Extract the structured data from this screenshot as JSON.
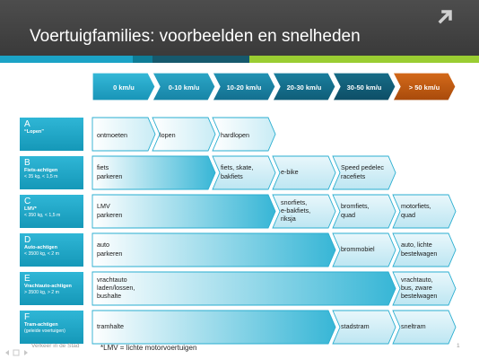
{
  "title": "Voertuigfamilies: voorbeelden en snelheden",
  "speeds": [
    "0 km/u",
    "0-10 km/u",
    "10-20 km/u",
    "20-30 km/u",
    "30-50 km/u",
    "> 50 km/u"
  ],
  "categories": [
    {
      "letter": "A",
      "name": "“Lopen”",
      "sub": []
    },
    {
      "letter": "B",
      "name": "Fiets-achtigen",
      "sub": [
        "< 35 kg, < 1,5 m"
      ]
    },
    {
      "letter": "C",
      "name": "LMV*",
      "sub": [
        "< 350 kg, < 1,5 m"
      ]
    },
    {
      "letter": "D",
      "name": "Auto-achtigen",
      "sub": [
        "< 3500 kg, < 2 m"
      ]
    },
    {
      "letter": "E",
      "name": "Vrachtauto-achtigen",
      "sub": [
        "> 3500 kg, > 2 m"
      ]
    },
    {
      "letter": "F",
      "name": "Tram-achtigen",
      "sub": [
        "(geleide voertuigen)"
      ]
    }
  ],
  "cells": {
    "A": [
      "ontmoeten",
      "lopen",
      "hardlopen"
    ],
    "B0": [
      "fiets",
      "parkeren"
    ],
    "B2": [
      "fiets, skate,",
      "bakfiets"
    ],
    "B3": [
      "e-bike"
    ],
    "B4": [
      "Speed pedelec",
      "racefiets"
    ],
    "C0": [
      "LMV",
      "parkeren"
    ],
    "C3": [
      "snorfiets,",
      "e-bakfiets,",
      "riksja"
    ],
    "C4": [
      "bromfiets,",
      "quad"
    ],
    "C5": [
      "motorfiets,",
      "quad"
    ],
    "D0": [
      "auto",
      "parkeren"
    ],
    "D4": [
      "brommobiel"
    ],
    "D5": [
      "auto, lichte",
      "bestelwagen"
    ],
    "E0": [
      "vrachtauto",
      "laden/lossen,",
      "bushalte"
    ],
    "E5": [
      "vrachtauto,",
      "bus, zware",
      "bestelwagen"
    ],
    "F0": [
      "tramhalte"
    ],
    "F4": [
      "stadstram"
    ],
    "F5": [
      "sneltram"
    ]
  },
  "footer": "Verkeer in de Stad",
  "footnote": "*LMV = lichte motorvoertuigen",
  "page_number": "1",
  "colors": {
    "header": "#434343",
    "teal": "#1ba3c6",
    "dark_teal": "#16596d",
    "green": "#9acd32",
    "orange": "#c45a11",
    "cat": "#1fa6c7"
  },
  "icons": {
    "corner": "arrow-up-right-icon"
  }
}
